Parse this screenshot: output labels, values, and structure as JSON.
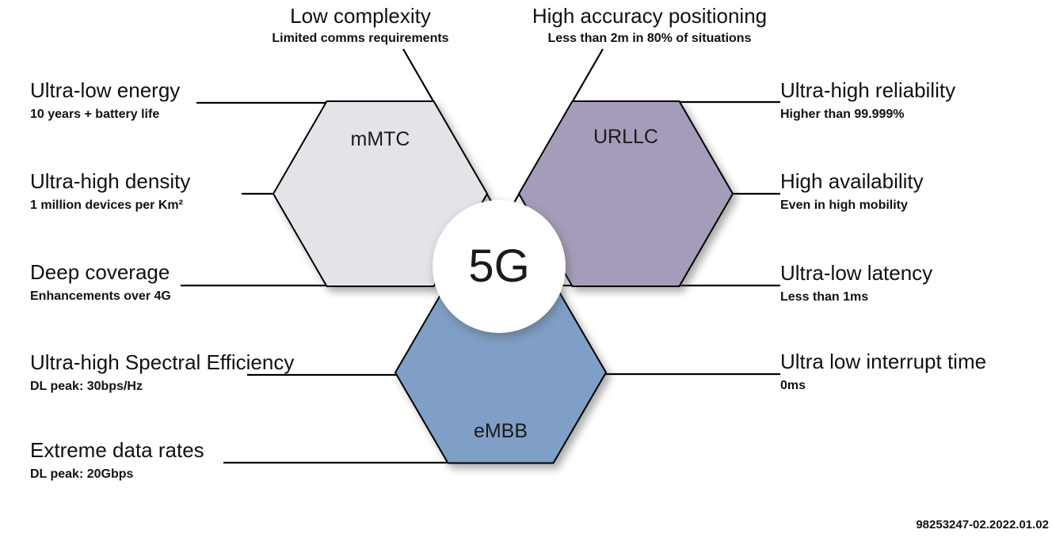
{
  "center": {
    "label": "5G"
  },
  "doc_number": "98253247-02.2022.01.02",
  "style": {
    "background": "#ffffff",
    "line_color": "#000000",
    "text_color": "#111111"
  },
  "hexagons": [
    {
      "id": "mmtc",
      "label": "mMTC",
      "color": "#e4e3e8"
    },
    {
      "id": "urllc",
      "label": "URLLC",
      "color": "#a59cba"
    },
    {
      "id": "embb",
      "label": "eMBB",
      "color": "#7f9fc6"
    }
  ],
  "features": {
    "top": [
      {
        "title": "Low complexity",
        "subtitle": "Limited comms requirements"
      },
      {
        "title": "High accuracy positioning",
        "subtitle": "Less than 2m in 80% of situations"
      }
    ],
    "left": [
      {
        "title": "Ultra-low energy",
        "subtitle": "10 years + battery life"
      },
      {
        "title": "Ultra-high density",
        "subtitle": "1 million devices per Km²"
      },
      {
        "title": "Deep coverage",
        "subtitle": "Enhancements over 4G"
      },
      {
        "title": "Ultra-high Spectral Efficiency",
        "subtitle": "DL peak: 30bps/Hz"
      },
      {
        "title": "Extreme data rates",
        "subtitle": "DL peak: 20Gbps"
      }
    ],
    "right": [
      {
        "title": "Ultra-high reliability",
        "subtitle": "Higher than 99.999%"
      },
      {
        "title": "High availability",
        "subtitle": "Even in high mobility"
      },
      {
        "title": "Ultra-low latency",
        "subtitle": "Less than 1ms"
      },
      {
        "title": "Ultra low interrupt time",
        "subtitle": "0ms"
      }
    ]
  }
}
